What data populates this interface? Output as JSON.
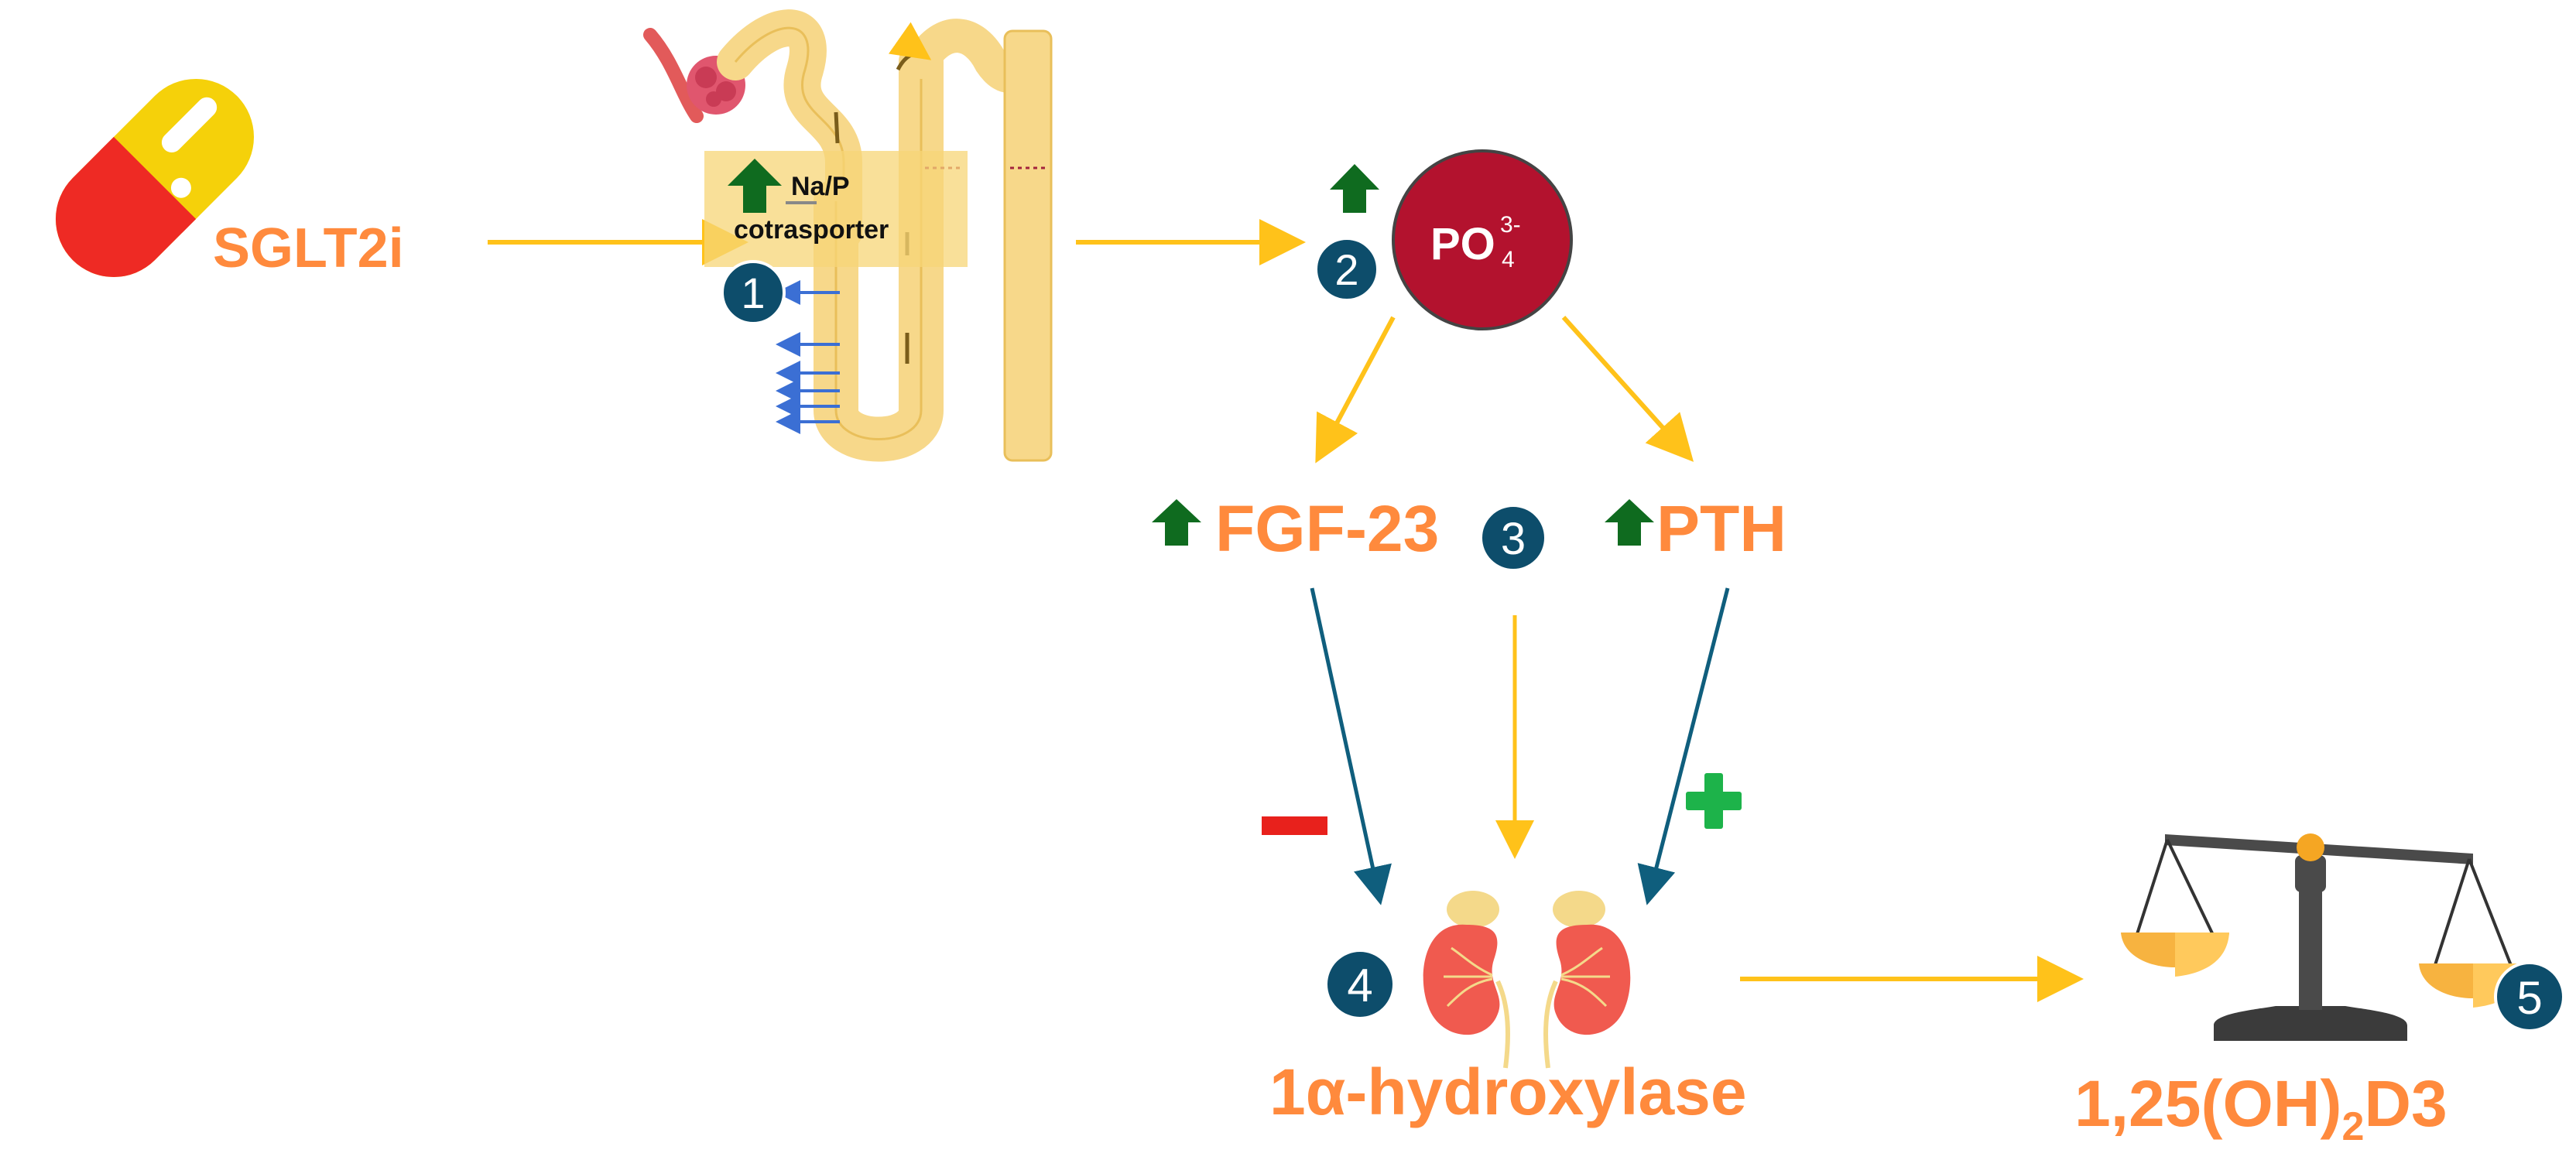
{
  "labels": {
    "drug": "SGLT2i",
    "cotransporter_line1": "Na/P",
    "cotransporter_line2": "cotrasporter",
    "phosphate_main": "PO",
    "phosphate_sub": "4",
    "phosphate_sup": "3-",
    "fgf23": "FGF-23",
    "pth": "PTH",
    "enzyme": "1α-hydroxylase",
    "vitd_part1": "1,25(OH)",
    "vitd_sub": "2",
    "vitd_part2": "D3"
  },
  "steps": [
    "1",
    "2",
    "3",
    "4",
    "5"
  ],
  "signs": {
    "minus": "−",
    "plus": "+"
  },
  "colors": {
    "orange_label": "#ff8a3d",
    "arrow_yellow": "#ffc21a",
    "arrow_teal": "#0f5e7d",
    "badge": "#0d4d6b",
    "up_arrow": "#0f6b1f",
    "phosphate_circle": "#b3122e",
    "minus": "#e8211c",
    "plus": "#1db34a",
    "nephron": "#f7d88a"
  }
}
